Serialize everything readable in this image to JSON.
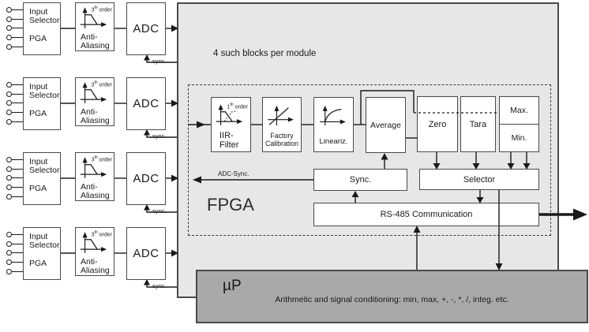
{
  "diagram": {
    "note": "4 such blocks per module",
    "fpga_label": "FPGA",
    "adc_sync_label": "ADC-Sync."
  },
  "channels": [
    {
      "line1": "Input",
      "line2": "Selector",
      "line3": "PGA",
      "aa_line1": "Anti-",
      "aa_line2": "Aliasing",
      "order_num": "3",
      "order_sup": "th",
      "order_word": "order",
      "adc": "ADC",
      "sync_label": "sync."
    },
    {
      "line1": "Input",
      "line2": "Selector",
      "line3": "PGA",
      "aa_line1": "Anti-",
      "aa_line2": "Aliasing",
      "order_num": "3",
      "order_sup": "th",
      "order_word": "order",
      "adc": "ADC",
      "sync_label": "sync."
    },
    {
      "line1": "Input",
      "line2": "Selector",
      "line3": "PGA",
      "aa_line1": "Anti-",
      "aa_line2": "Aliasing",
      "order_num": "3",
      "order_sup": "th",
      "order_word": "order",
      "adc": "ADC",
      "sync_label": "sync."
    },
    {
      "line1": "Input",
      "line2": "Selector",
      "line3": "PGA",
      "aa_line1": "Anti-",
      "aa_line2": "Aliasing",
      "order_num": "3",
      "order_sup": "th",
      "order_word": "order",
      "adc": "ADC",
      "sync_label": "sync."
    }
  ],
  "fpga": {
    "iir": {
      "order_num": "1",
      "order_sup": "th",
      "order_word": "order",
      "line1": "IIR-",
      "line2": "Filter"
    },
    "factory": {
      "line1": "Factory",
      "line2": "Calibration"
    },
    "lineariz": "Lineariz.",
    "average": "Average",
    "zero": "Zero",
    "tara": "Tara",
    "max": "Max.",
    "min": "Min.",
    "sync": "Sync.",
    "selector": "Selector",
    "rs485": "RS-485 Communication"
  },
  "mcu": {
    "label": "µP",
    "description": "Arithmetic and signal conditioning: min, max, +, -, *, /, integ. etc."
  },
  "colors": {
    "module_fill": "#e7e7e7",
    "mcu_fill": "#a9a9a9",
    "box_fill": "#ffffff",
    "box_border": "#4a4a4a",
    "line": "#1a1a1a"
  }
}
